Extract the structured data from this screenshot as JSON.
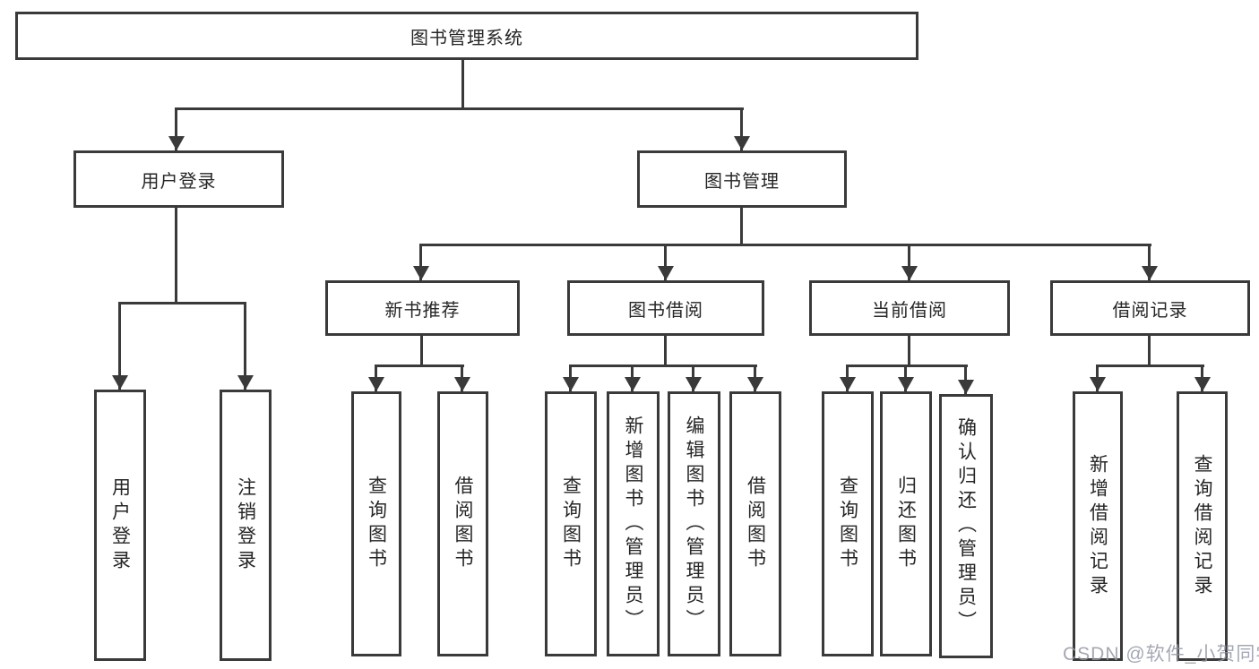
{
  "diagram": {
    "title": "图书管理系统",
    "watermark": "CSDN @软件_小贺同学",
    "colors": {
      "line": "#3a3a3a",
      "text": "#262626",
      "background": "#ffffff",
      "watermark": "#9499a6"
    },
    "tree": {
      "label": "图书管理系统",
      "children": [
        {
          "label": "用户登录",
          "children": [
            {
              "label": "用户登录"
            },
            {
              "label": "注销登录"
            }
          ]
        },
        {
          "label": "图书管理",
          "children": [
            {
              "label": "新书推荐",
              "children": [
                {
                  "label": "查询图书"
                },
                {
                  "label": "借阅图书"
                }
              ]
            },
            {
              "label": "图书借阅",
              "children": [
                {
                  "label": "查询图书"
                },
                {
                  "label": "新增图书（管理员）"
                },
                {
                  "label": "编辑图书（管理员）"
                },
                {
                  "label": "借阅图书"
                }
              ]
            },
            {
              "label": "当前借阅",
              "children": [
                {
                  "label": "查询图书"
                },
                {
                  "label": "归还图书"
                },
                {
                  "label": "确认归还（管理员）"
                }
              ]
            },
            {
              "label": "借阅记录",
              "children": [
                {
                  "label": "新增借阅记录"
                },
                {
                  "label": "查询借阅记录"
                }
              ]
            }
          ]
        }
      ]
    }
  }
}
